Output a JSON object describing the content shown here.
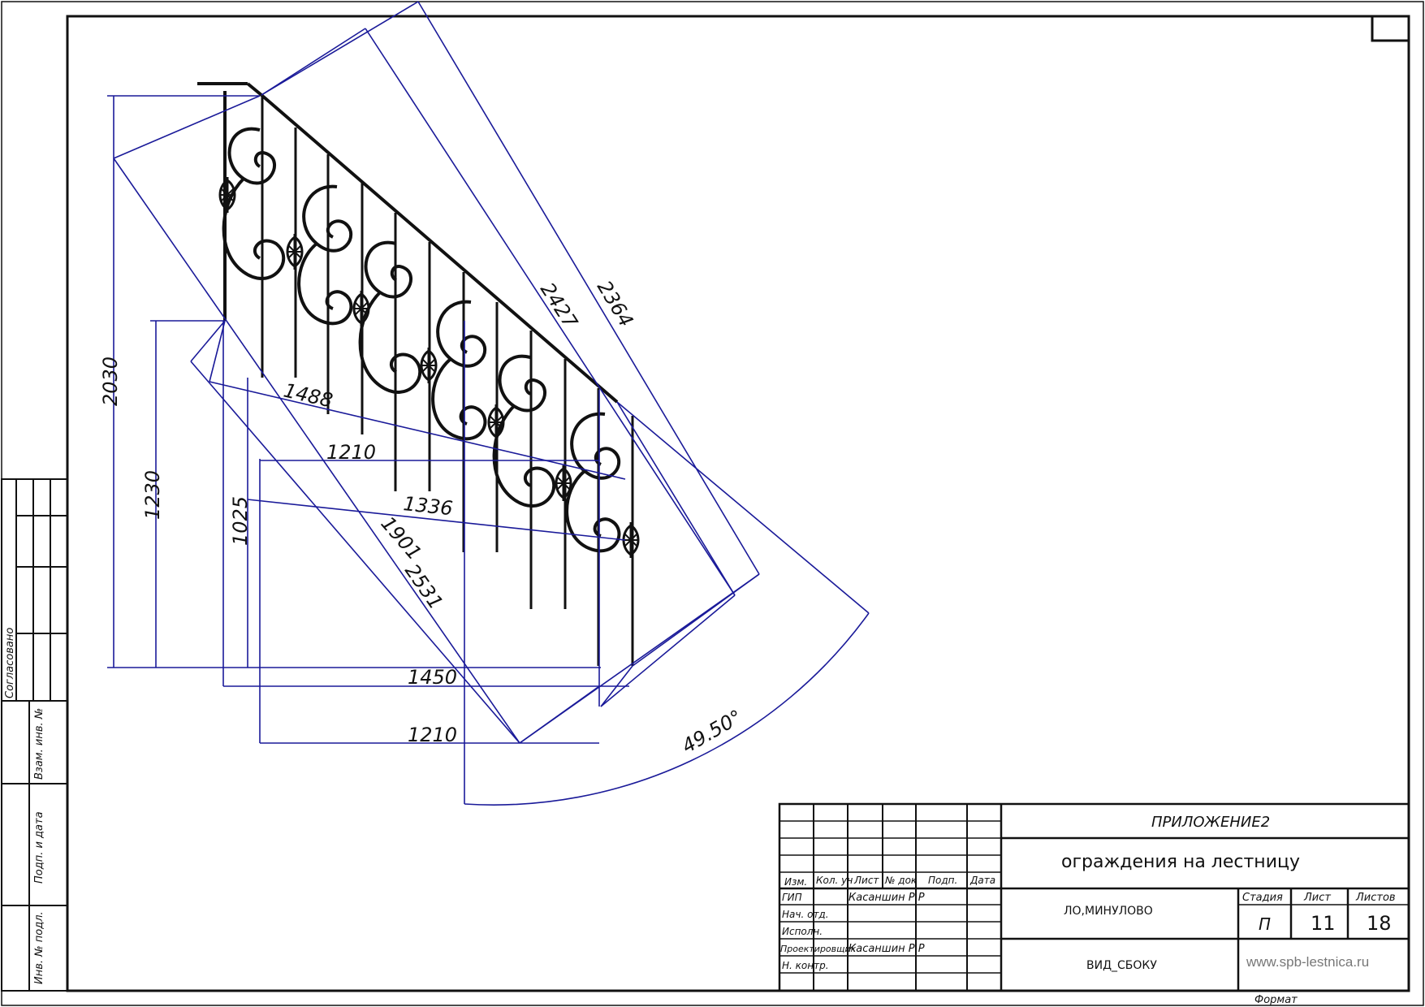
{
  "dimensions": {
    "height_total": "2030",
    "height_post": "1230",
    "height_rail": "1025",
    "diag_1488": "1488",
    "width_1210_top": "1210",
    "diag_1336": "1336",
    "diag_1901": "1901",
    "diag_2531": "2531",
    "diag_2427": "2427",
    "diag_2364": "2364",
    "width_1450": "1450",
    "width_1210_bottom": "1210",
    "angle": "49.50°"
  },
  "left_strip": {
    "agreed": "Согласовано",
    "inv_replace": "Взам. инв. №",
    "sign_date": "Подп. и дата",
    "inv_original": "Инв. № подл."
  },
  "title_block": {
    "header_cols": [
      "Изм.",
      "Кол. уч",
      "Лист",
      "№ док",
      "Подп.",
      "Дата"
    ],
    "roles": [
      {
        "role": "ГИП",
        "name": "Касаншин Р.Р"
      },
      {
        "role": "Нач. отд.",
        "name": ""
      },
      {
        "role": "Исполн.",
        "name": ""
      },
      {
        "role": "Проектировщик",
        "name": "Касаншин Р.Р"
      },
      {
        "role": "Н. контр.",
        "name": ""
      }
    ],
    "appendix": "ПРИЛОЖЕНИЕ2",
    "subject": "ограждения на лестницу",
    "location": "ЛО,МИНУЛОВО",
    "view": "ВИД_СБОКУ",
    "stage_label": "Стадия",
    "sheet_label": "Лист",
    "sheets_label": "Листов",
    "stage": "П",
    "sheet": "11",
    "sheets": "18",
    "website": "www.spb-lestnica.ru",
    "format": "Формат"
  },
  "colors": {
    "dimension_lines": "#1a1a99",
    "ironwork": "#111111"
  }
}
